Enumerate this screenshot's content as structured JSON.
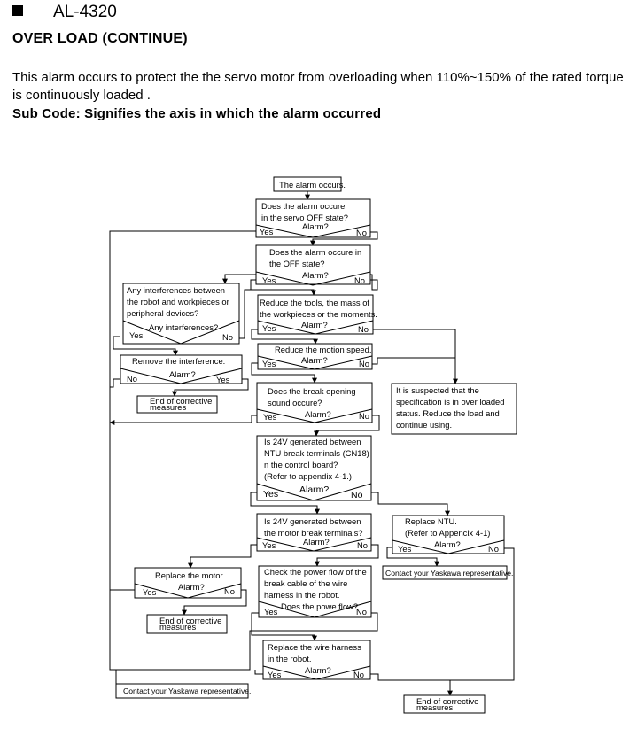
{
  "header": {
    "code": "AL-4320",
    "title": "OVER LOAD (CONTINUE)",
    "description": "This alarm occurs to protect the the servo motor from overloading when 110%~150% of the rated torque is continuously loaded .",
    "subcode": "Sub Code: Signifies the axis in which the alarm occurred"
  },
  "flow": {
    "start": "The alarm occurs.",
    "d1": [
      "Does the alarm occure",
      "in the servo OFF state?"
    ],
    "d2": [
      "Does the alarm occure in",
      "the OFF state?"
    ],
    "interf_q": [
      "Any interferences between",
      "the robot and workpieces or",
      "peripheral devices?"
    ],
    "interf_bar": "Any interferences?",
    "remove_interf": "Remove the interference.",
    "reduce_tools": [
      "Reduce the tools, the mass of",
      "the workpieces or the moments."
    ],
    "reduce_speed": "Reduce the motion speed.",
    "brake_q": [
      "Does the break opening",
      "sound occure?"
    ],
    "suspected": [
      "It is suspected that the",
      "specification is in over loaded",
      "status.  Reduce the load and",
      "continue using."
    ],
    "ntu_24v": [
      "Is 24V generated between",
      "NTU break terminals (CN18)",
      "n the control board?",
      "(Refer to appendix 4-1.)"
    ],
    "motor_24v": [
      "Is 24V generated between",
      "the motor break terminals?"
    ],
    "replace_ntu": [
      "Replace NTU.",
      "(Refer to Appencix 4-1)"
    ],
    "contact_right": "Contact your Yaskawa representative.",
    "replace_motor": "Replace the motor.",
    "check_power": [
      "Check the power flow of the",
      "break cable of the wire",
      "harness in the robot."
    ],
    "power_bar": "Does the powe flow?",
    "replace_harness": [
      "Replace the wire harness",
      "in the robot."
    ],
    "contact_bottom": "Contact your Yaskawa representative.",
    "end_label": [
      "End of corrective",
      "measures"
    ],
    "alarm": "Alarm?",
    "yes": "Yes",
    "no": "No"
  }
}
